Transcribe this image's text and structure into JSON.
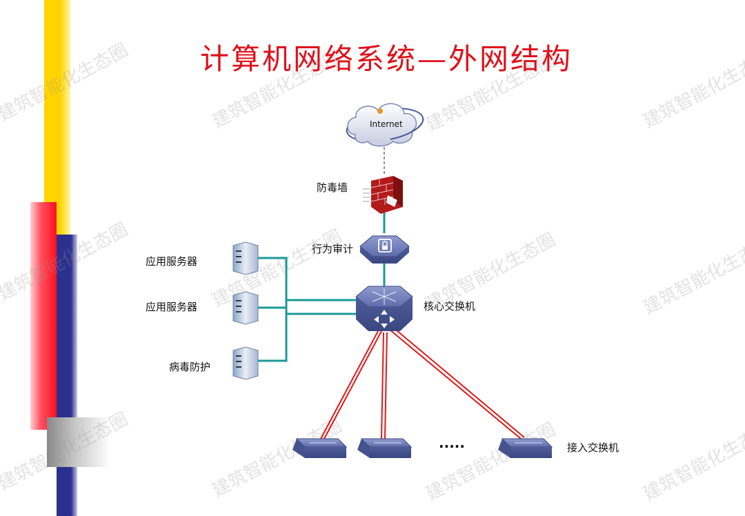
{
  "title": "计算机网络系统—外网结构",
  "nodes": {
    "internet": "Internet",
    "firewall": "防毒墙",
    "audit": "行为审计",
    "server1": "应用服务器",
    "server2": "应用服务器",
    "antivirus": "病毒防护",
    "core_switch": "核心交换机",
    "access_switch": "接入交换机",
    "ellipsis": "....."
  },
  "watermark": "建筑智能化生态圈",
  "colors": {
    "title": "#e0101a",
    "teal_link": "#1a9a96",
    "red_link": "#e01818",
    "switch": "#5a6aa8",
    "stripe_yellow": "#ffd400",
    "stripe_navy": "#2b2f8e",
    "stripe_red": "#ff1020"
  }
}
